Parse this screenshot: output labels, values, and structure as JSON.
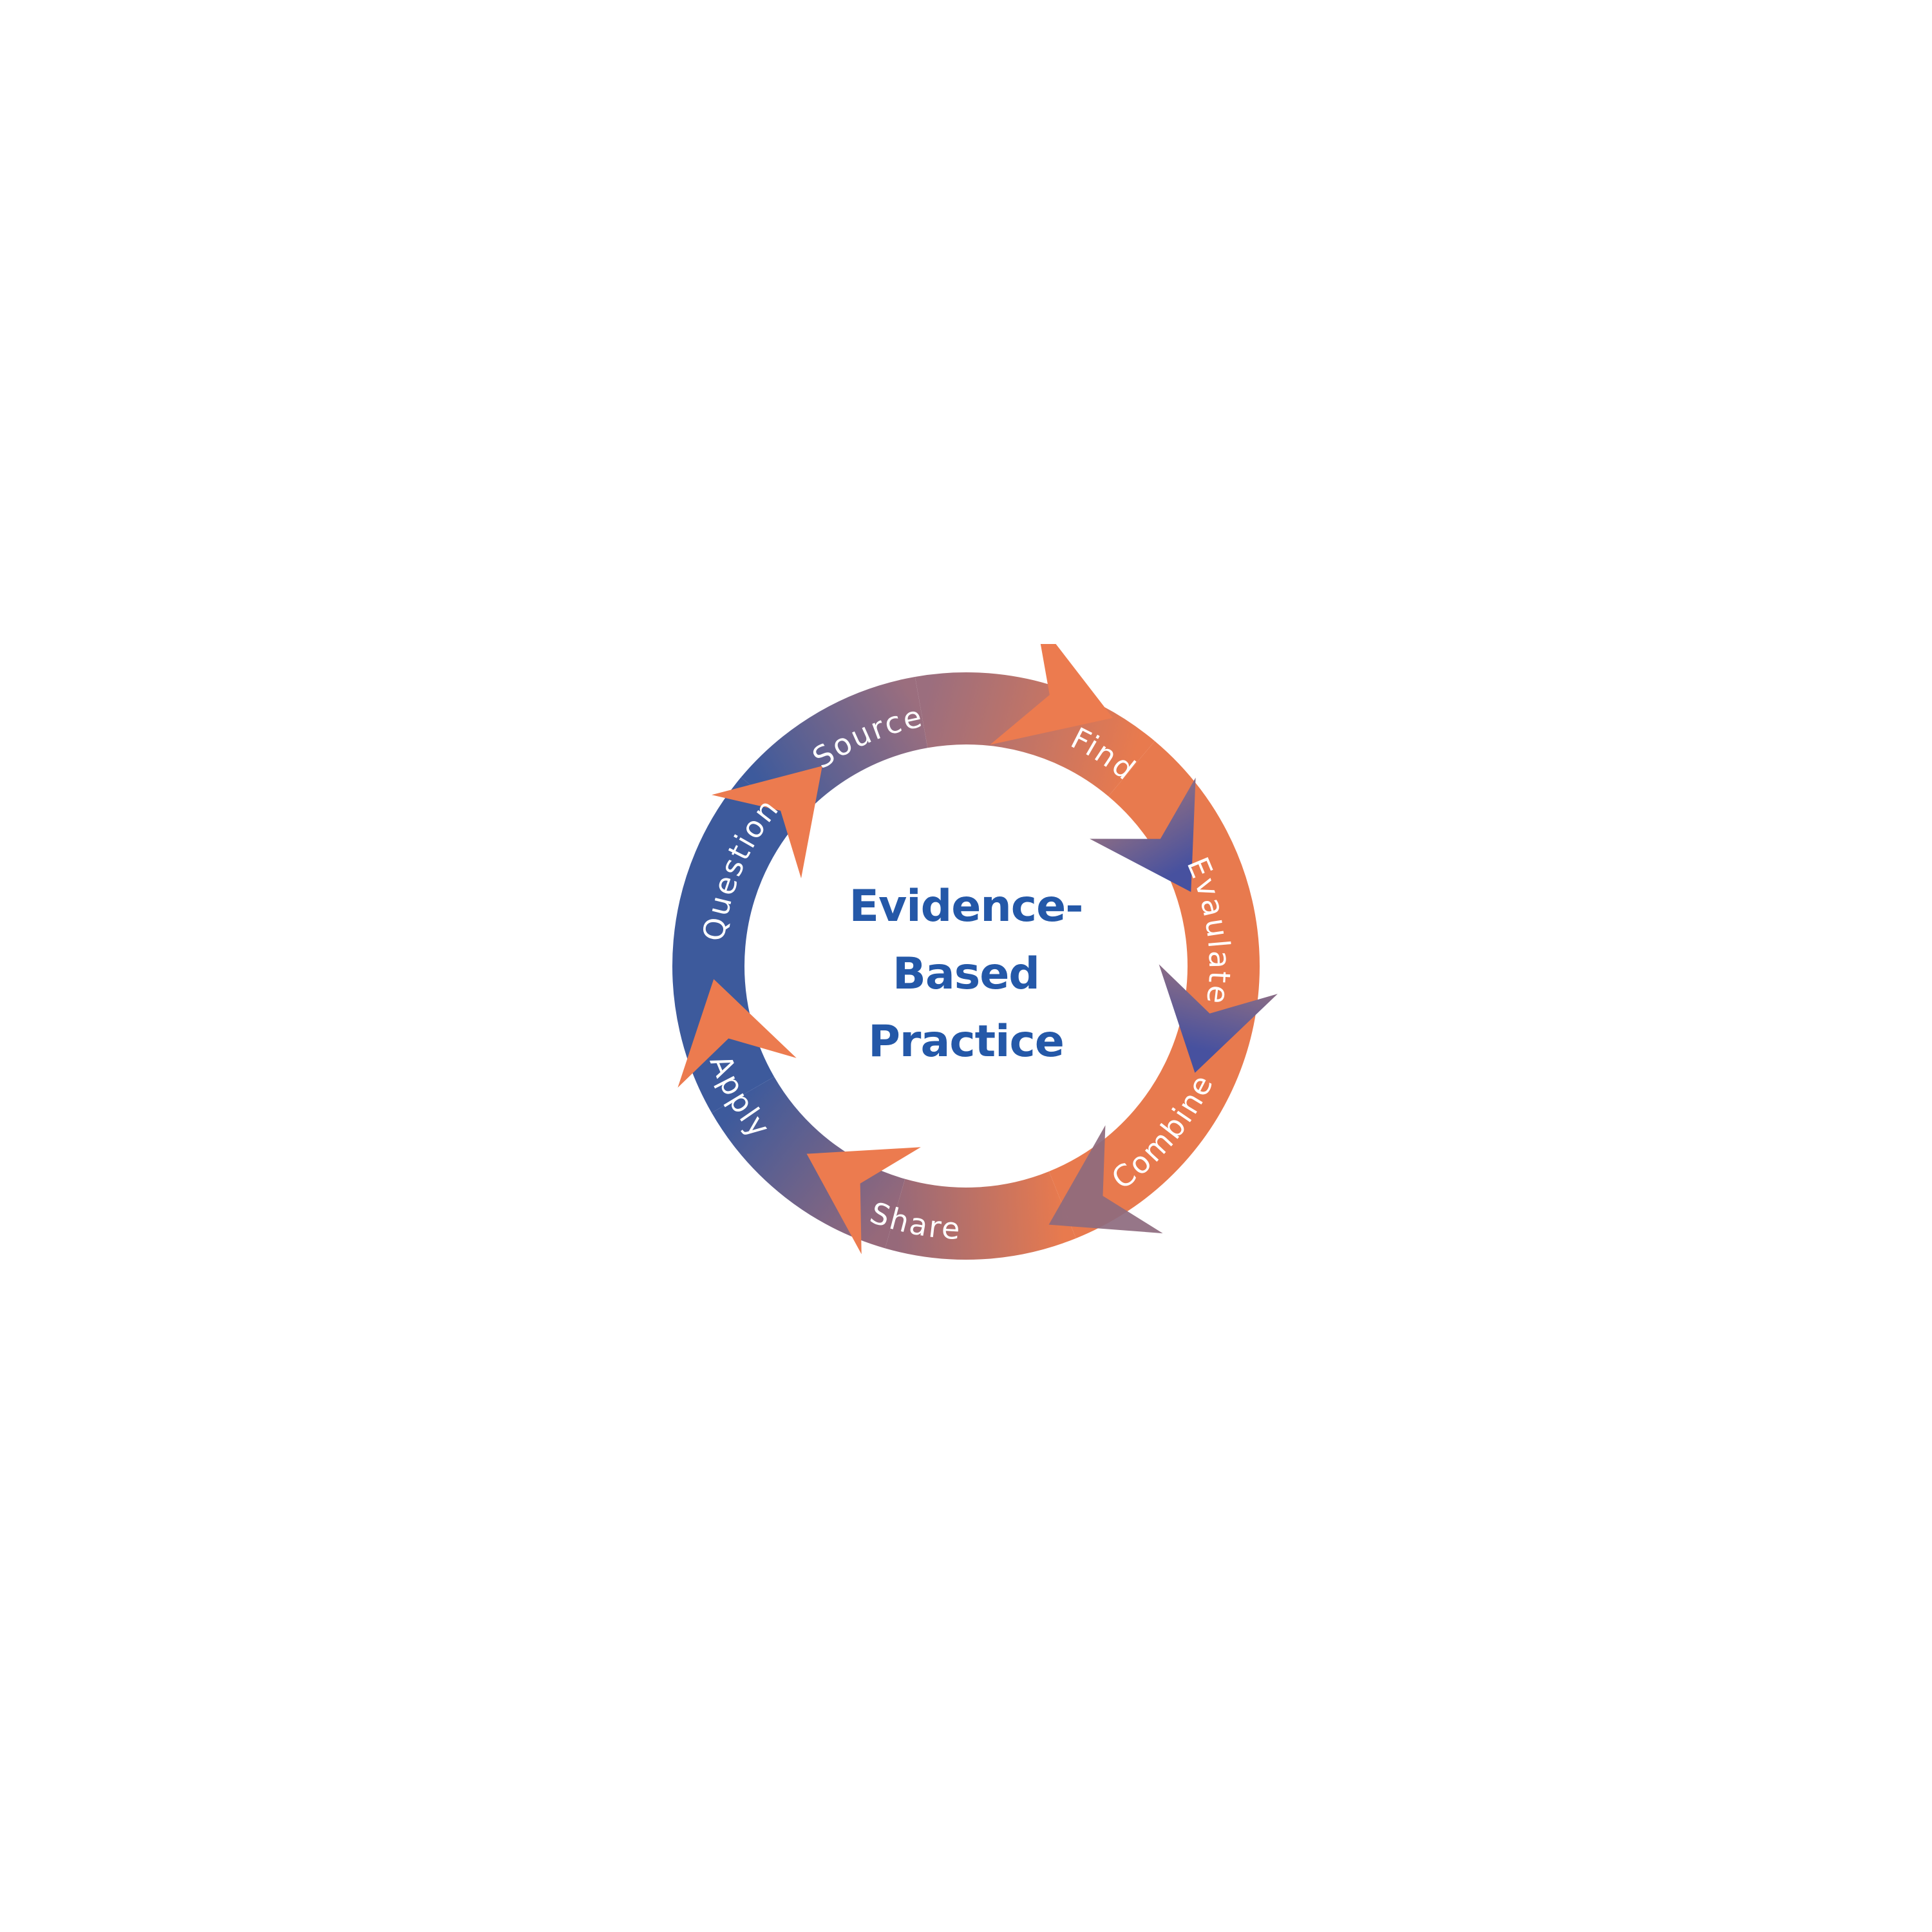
{
  "diagram": {
    "center": {
      "lines": [
        "Evidence-",
        "Based",
        "Practice"
      ]
    },
    "steps": [
      {
        "label": "Source"
      },
      {
        "label": "Find"
      },
      {
        "label": "Evaulate"
      },
      {
        "label": "Combine"
      },
      {
        "label": "Share"
      },
      {
        "label": "Apply"
      },
      {
        "label": "Question"
      }
    ],
    "arrows": [
      {
        "from": "Question",
        "to": "Source",
        "color": "orange"
      },
      {
        "from": "Source",
        "to": "Find",
        "color": "orange"
      },
      {
        "from": "Find",
        "to": "Evaulate",
        "color": "blue"
      },
      {
        "from": "Evaulate",
        "to": "Combine",
        "color": "blue"
      },
      {
        "from": "Combine",
        "to": "Share",
        "color": "mauve"
      },
      {
        "from": "Share",
        "to": "Apply",
        "color": "orange"
      },
      {
        "from": "Apply",
        "to": "Question",
        "color": "orange"
      }
    ],
    "colors": {
      "background": "#FFFFFF",
      "ring_blue": "#3D5A9C",
      "ring_orange": "#E87A4E",
      "ring_mauve_top": "#9B6E7E",
      "ring_mauve_bottom": "#96697A",
      "arrow_orange": "#EC7B4F",
      "arrow_blue_tip": "#47519F",
      "arrow_blue_trail": "#8A6C85",
      "arrow_mauve": "#8D6A7E",
      "center_text": "#2458A8",
      "label_text": "#FFFFFF"
    }
  }
}
